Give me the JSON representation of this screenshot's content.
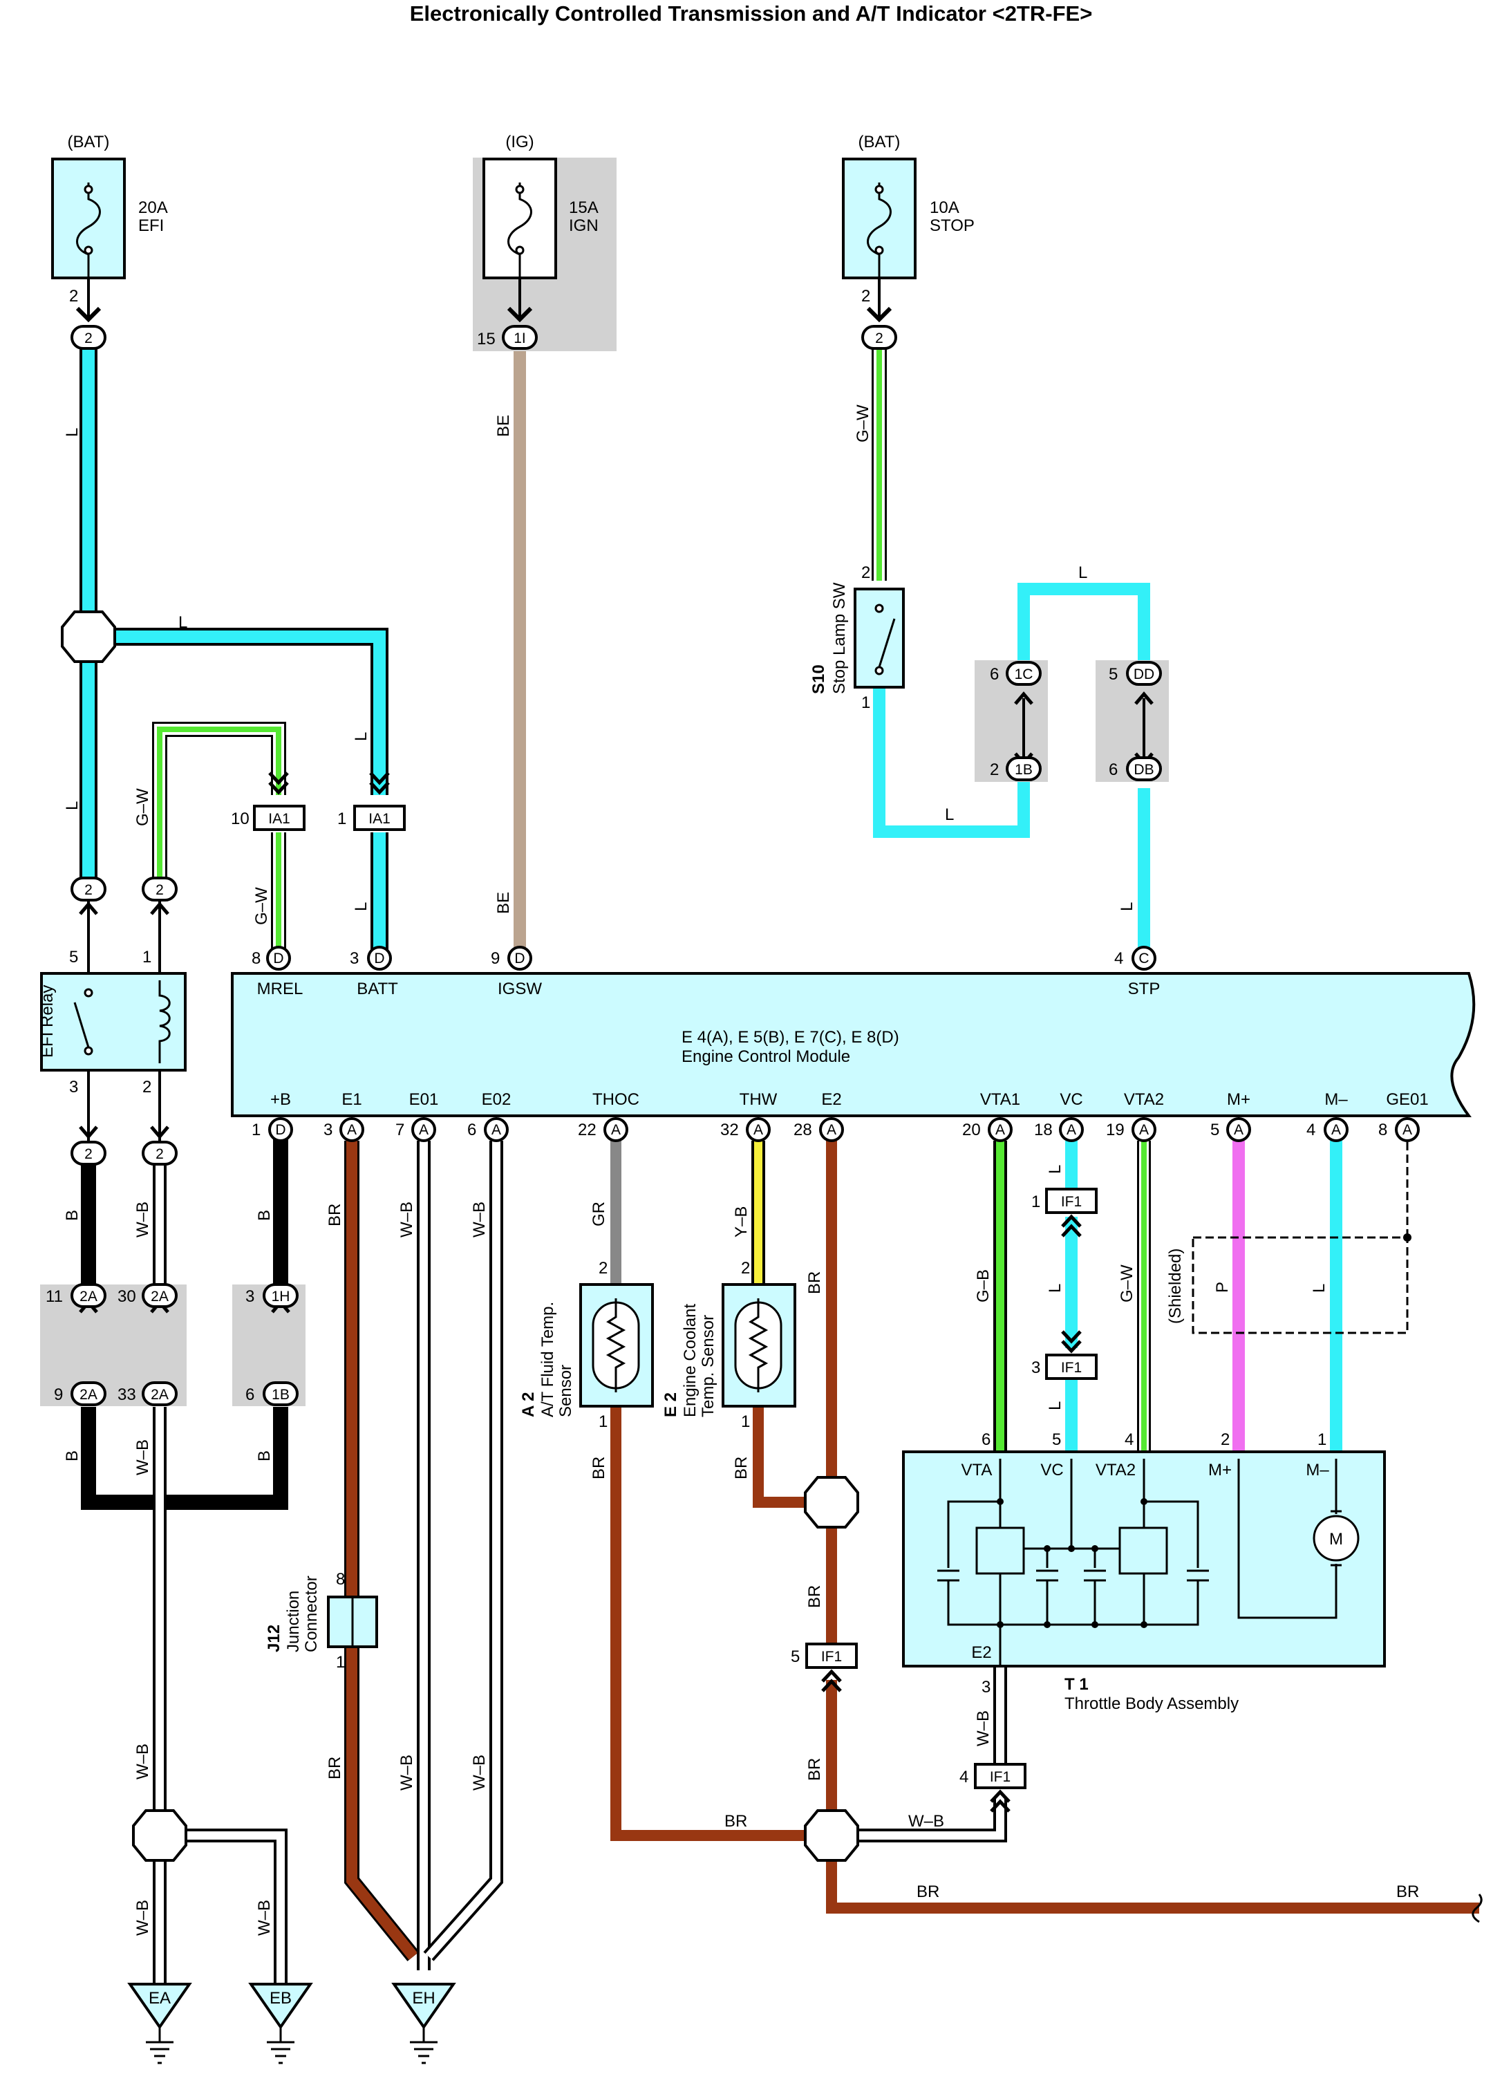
{
  "title": "Electronically Controlled Transmission and A/T Indicator <2TR-FE>",
  "colors": {
    "L": "#33f0f8",
    "G-W": "#55e832",
    "BE": "#bba48f",
    "BR": "#993712",
    "B": "#000000",
    "GR": "#888888",
    "Y-B": "#f6ef3b",
    "P": "#f06ff0",
    "G-B": "#55e832",
    "component_fill": "#ccfbff",
    "splice_box": "#d2d2d2"
  },
  "fuses": [
    {
      "supply": "(BAT)",
      "rating": "20A",
      "name": "EFI",
      "pin": "2",
      "connector": "2"
    },
    {
      "supply": "(IG)",
      "rating": "15A",
      "name": "IGN",
      "pin": "15",
      "connector": "1I"
    },
    {
      "supply": "(BAT)",
      "rating": "10A",
      "name": "STOP",
      "pin": "2",
      "connector": "2"
    }
  ],
  "ecm": {
    "ref": "E 4(A), E 5(B), E 7(C), E 8(D)",
    "name": "Engine Control Module",
    "top_pins": [
      {
        "label": "MREL",
        "num": "8",
        "conn": "D"
      },
      {
        "label": "BATT",
        "num": "3",
        "conn": "D"
      },
      {
        "label": "IGSW",
        "num": "9",
        "conn": "D"
      },
      {
        "label": "STP",
        "num": "4",
        "conn": "C"
      }
    ],
    "bottom_pins": [
      {
        "label": "+B",
        "num": "1",
        "conn": "D"
      },
      {
        "label": "E1",
        "num": "3",
        "conn": "A"
      },
      {
        "label": "E01",
        "num": "7",
        "conn": "A"
      },
      {
        "label": "E02",
        "num": "6",
        "conn": "A"
      },
      {
        "label": "THOC",
        "num": "22",
        "conn": "A"
      },
      {
        "label": "THW",
        "num": "32",
        "conn": "A"
      },
      {
        "label": "E2",
        "num": "28",
        "conn": "A"
      },
      {
        "label": "VTA1",
        "num": "20",
        "conn": "A"
      },
      {
        "label": "VC",
        "num": "18",
        "conn": "A"
      },
      {
        "label": "VTA2",
        "num": "19",
        "conn": "A"
      },
      {
        "label": "M+",
        "num": "5",
        "conn": "A"
      },
      {
        "label": "M–",
        "num": "4",
        "conn": "A"
      },
      {
        "label": "GE01",
        "num": "8",
        "conn": "A"
      }
    ]
  },
  "efi_relay": {
    "name": "EFI Relay",
    "pins": [
      "5",
      "1",
      "3",
      "2"
    ]
  },
  "stop_lamp_sw": {
    "ref": "S10",
    "name": "Stop Lamp SW",
    "pins": [
      "2",
      "1"
    ]
  },
  "at_fluid_sensor": {
    "ref": "A 2",
    "name_lines": [
      "A/T Fluid Temp.",
      "Sensor"
    ],
    "pins": [
      "2",
      "1"
    ]
  },
  "coolant_sensor": {
    "ref": "E 2",
    "name_lines": [
      "Engine Coolant",
      "Temp. Sensor"
    ],
    "pins": [
      "2",
      "1"
    ]
  },
  "junction_connector": {
    "ref": "J12",
    "name_lines": [
      "Junction",
      "Connector"
    ],
    "pins": [
      "8",
      "1"
    ]
  },
  "throttle_body": {
    "ref": "T 1",
    "name": "Throttle Body Assembly",
    "pins": [
      {
        "label": "VTA",
        "num": "6"
      },
      {
        "label": "VC",
        "num": "5"
      },
      {
        "label": "VTA2",
        "num": "4"
      },
      {
        "label": "M+",
        "num": "2"
      },
      {
        "label": "M–",
        "num": "1"
      },
      {
        "label": "E2",
        "num": "3"
      }
    ],
    "motor": "M"
  },
  "shielded_label": "(Shielded)",
  "connectors": {
    "ia1_a": {
      "num": "10",
      "name": "IA1"
    },
    "ia1_b": {
      "num": "1",
      "name": "IA1"
    },
    "if1_1": {
      "num": "1",
      "name": "IF1"
    },
    "if1_3": {
      "num": "3",
      "name": "IF1"
    },
    "if1_5": {
      "num": "5",
      "name": "IF1"
    },
    "if1_4": {
      "num": "4",
      "name": "IF1"
    },
    "relay_in_l": {
      "num": "2"
    },
    "relay_in_gw": {
      "num": "2"
    },
    "relay_out_b": {
      "num": "2"
    },
    "relay_out_wb": {
      "num": "2"
    },
    "c1c": {
      "num": "6",
      "name": "1C"
    },
    "c1b": {
      "num": "2",
      "name": "1B"
    },
    "cdd": {
      "num": "5",
      "name": "DD"
    },
    "cdb": {
      "num": "6",
      "name": "DB"
    },
    "c2a_11": {
      "num": "11",
      "name": "2A"
    },
    "c2a_30": {
      "num": "30",
      "name": "2A"
    },
    "c1h": {
      "num": "3",
      "name": "1H"
    },
    "c2a_9": {
      "num": "9",
      "name": "2A"
    },
    "c2a_33": {
      "num": "33",
      "name": "2A"
    },
    "c1b_6": {
      "num": "6",
      "name": "1B"
    }
  },
  "wire_labels": {
    "L": "L",
    "G-W": "G–W",
    "BE": "BE",
    "BR": "BR",
    "B": "B",
    "W-B": "W–B",
    "GR": "GR",
    "Y-B": "Y–B",
    "G-B": "G–B",
    "P": "P"
  },
  "grounds": [
    "EA",
    "EB",
    "EH"
  ]
}
